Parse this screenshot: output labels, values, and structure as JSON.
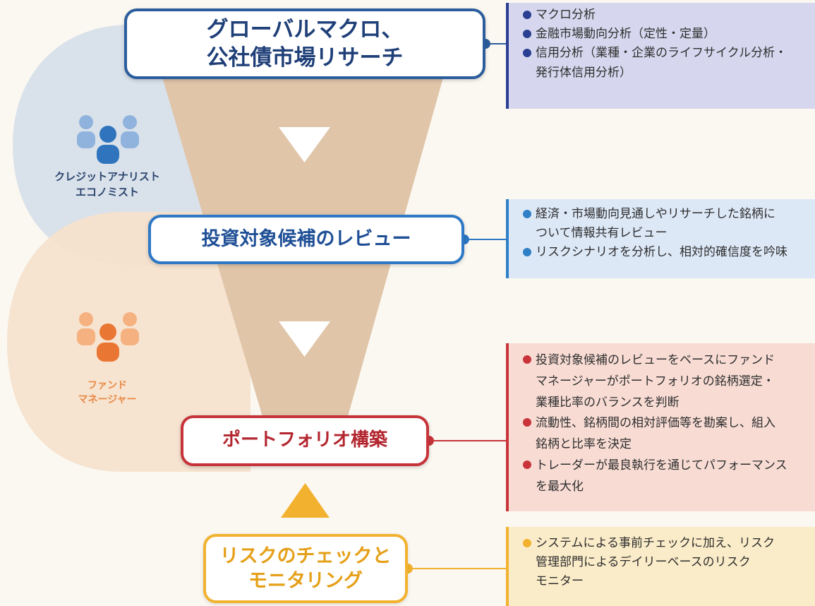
{
  "colors": {
    "research_blue": "#2b5d9d",
    "review_blue": "#2e78c5",
    "portfolio_red": "#c6343a",
    "risk_yellow": "#f2b230",
    "funnel_tan": "#e0c5a9",
    "analyst_blob": "#d9e1ea",
    "manager_blob": "#f6e1cd",
    "analyst_icon": "#4e87c5",
    "manager_icon": "#f08a46"
  },
  "roles": {
    "analyst": {
      "icon": "people-group-icon",
      "label": "クレジットアナリスト\nエコノミスト"
    },
    "manager": {
      "icon": "people-group-icon",
      "label": "ファンド\nマネージャー"
    }
  },
  "stages": {
    "research": {
      "title": "グローバルマクロ、\n公社債市場リサーチ",
      "points": [
        "マクロ分析",
        "金融市場動向分析（定性・定量）",
        "信用分析（業種・企業のライフサイクル分析・\n発行体信用分析）"
      ]
    },
    "review": {
      "title": "投資対象候補のレビュー",
      "points": [
        "経済・市場動向見通しやリサーチした銘柄に\nついて情報共有レビュー",
        "リスクシナリオを分析し、相対的確信度を吟味"
      ]
    },
    "portfolio": {
      "title": "ポートフォリオ構築",
      "points": [
        "投資対象候補のレビューをベースにファンド\nマネージャーがポートフォリオの銘柄選定・\n業種比率のバランスを判断",
        "流動性、銘柄間の相対評価等を勘案し、組入\n銘柄と比率を決定",
        "トレーダーが最良執行を通じてパフォーマンス\nを最大化"
      ]
    },
    "risk": {
      "title": "リスクのチェックと\nモニタリング",
      "points": [
        "システムによる事前チェックに加え、リスク\n管理部門によるデイリーベースのリスク\nモニター"
      ]
    }
  }
}
